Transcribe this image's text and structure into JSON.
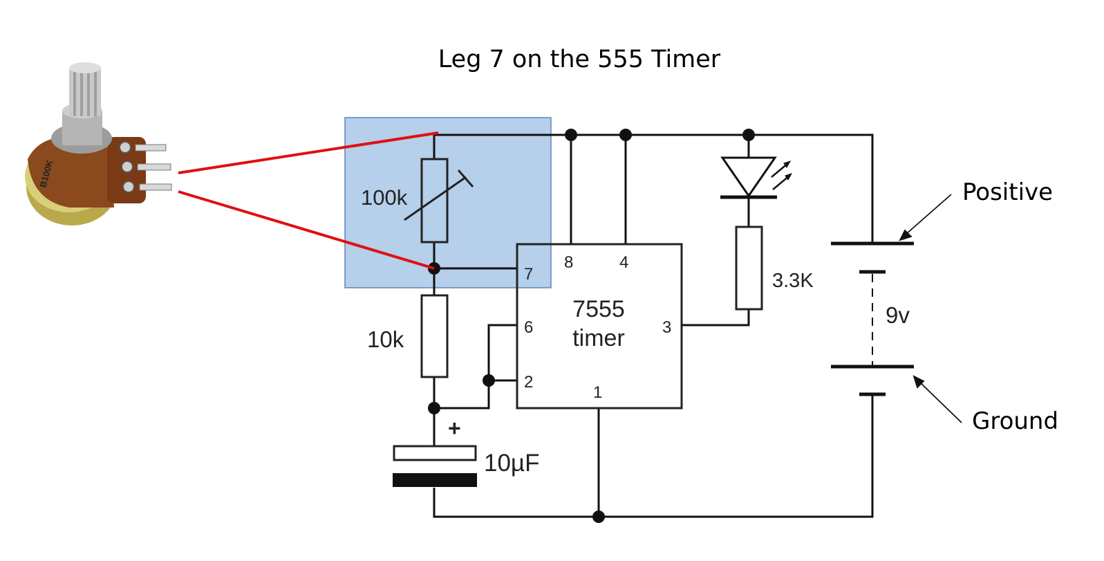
{
  "title": "Leg 7 on the 555 Timer",
  "potentiometer": {
    "marking": "B100K"
  },
  "components": {
    "pot_label": "100k",
    "resistor_label": "10k",
    "capacitor_label": "10µF",
    "capacitor_polarity": "+",
    "led_resistor_label": "3.3K",
    "battery_label": "9v",
    "ic_line1": "7555",
    "ic_line2": "timer"
  },
  "pins": {
    "p8": "8",
    "p4": "4",
    "p7": "7",
    "p6": "6",
    "p2": "2",
    "p3": "3",
    "p1": "1"
  },
  "callouts": {
    "positive": "Positive",
    "ground": "Ground"
  },
  "colors": {
    "highlight": "#9dbfe3",
    "highlight_border": "#5a86bb",
    "leads": "#e01010",
    "wire": "#111111"
  }
}
